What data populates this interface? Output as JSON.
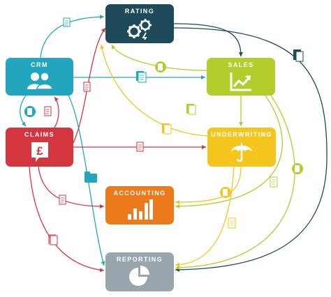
{
  "nodes": {
    "rating": {
      "label": "RATING",
      "color": "#1e4a5a",
      "icon": "gears-icon"
    },
    "crm": {
      "label": "CRM",
      "color": "#22a6bd",
      "icon": "users-icon"
    },
    "sales": {
      "label": "SALES",
      "color": "#b3cd2c",
      "icon": "trend-chart-icon"
    },
    "claims": {
      "label": "CLAIMS",
      "color": "#d3363f",
      "icon": "pound-speech-icon"
    },
    "underwriting": {
      "label": "UNDERWRITING",
      "color": "#f4c61d",
      "icon": "umbrella-icon"
    },
    "accounting": {
      "label": "ACCOUNTING",
      "color": "#ec7a1a",
      "icon": "bar-chart-icon"
    },
    "reporting": {
      "label": "REPORTING",
      "color": "#9aa6ad",
      "icon": "pie-chart-icon"
    }
  },
  "edge_colors": {
    "crm": "#22a6bd",
    "rating": "#1e4a5a",
    "sales": "#b3cd2c",
    "claims": "#d3363f",
    "underwriting": "#f4c61d"
  },
  "edges": [
    {
      "from": "crm",
      "to": "rating"
    },
    {
      "from": "crm",
      "to": "sales"
    },
    {
      "from": "crm",
      "to": "claims"
    },
    {
      "from": "crm",
      "to": "reporting"
    },
    {
      "from": "claims",
      "to": "crm"
    },
    {
      "from": "claims",
      "to": "rating"
    },
    {
      "from": "claims",
      "to": "underwriting"
    },
    {
      "from": "claims",
      "to": "accounting"
    },
    {
      "from": "claims",
      "to": "reporting"
    },
    {
      "from": "rating",
      "to": "sales"
    },
    {
      "from": "rating",
      "to": "reporting"
    },
    {
      "from": "sales",
      "to": "rating"
    },
    {
      "from": "sales",
      "to": "underwriting"
    },
    {
      "from": "sales",
      "to": "accounting"
    },
    {
      "from": "sales",
      "to": "reporting"
    },
    {
      "from": "underwriting",
      "to": "rating"
    },
    {
      "from": "underwriting",
      "to": "accounting"
    },
    {
      "from": "underwriting",
      "to": "reporting"
    }
  ]
}
